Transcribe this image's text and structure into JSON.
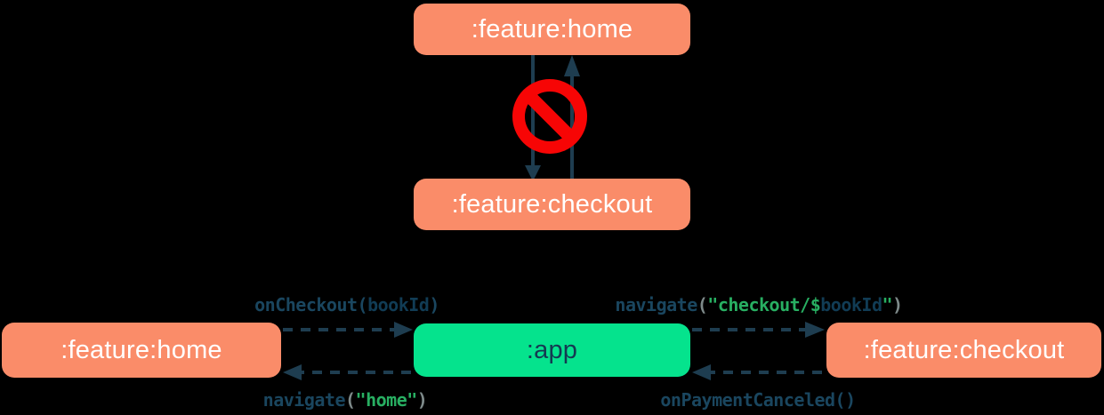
{
  "palette": {
    "background": "#000000",
    "feature_box": "#FA8C69",
    "app_box": "#05E38D",
    "feature_box_text": "#FFFFFF",
    "app_box_text": "#143A52",
    "arrow": "#1E3D50",
    "forbidden_red": "#F70505",
    "code_navy": "#1A465F",
    "code_navy_bold": "#113C55",
    "code_green": "#28AF62",
    "code_gray": "#7E8A8A"
  },
  "forbidden_graph": {
    "home_box": ":feature:home",
    "checkout_box": ":feature:checkout",
    "forbidden_icon": "no-entry-icon"
  },
  "mediator_graph": {
    "home_box": ":feature:home",
    "app_box": ":app",
    "checkout_box": ":feature:checkout",
    "edge_home_to_app": {
      "seg_call": "onCheckout(",
      "seg_arg": "bookId",
      "seg_close": ")"
    },
    "edge_app_to_home": {
      "seg_fn": "navigate",
      "seg_open": "(",
      "seg_str": "\"home\"",
      "seg_close": ")"
    },
    "edge_app_to_checkout": {
      "seg_fn": "navigate",
      "seg_open": "(",
      "seg_str_open": "\"checkout/$",
      "seg_var": "bookId",
      "seg_str_close": "\"",
      "seg_close": ")"
    },
    "edge_checkout_to_app": {
      "seg_call": "onPaymentCanceled()"
    }
  }
}
